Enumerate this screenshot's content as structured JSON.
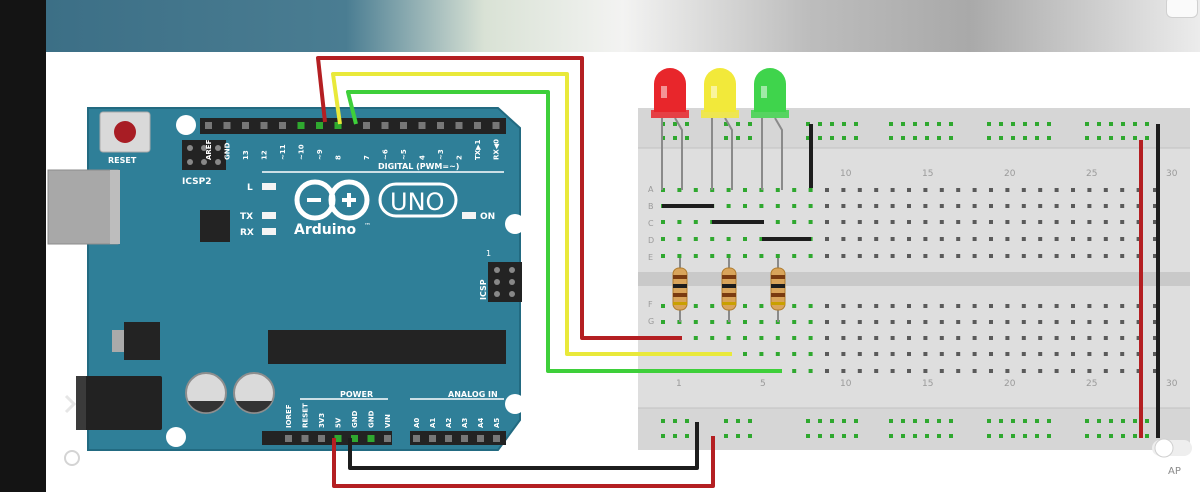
{
  "arduino": {
    "reset_label": "RESET",
    "icsp2_label": "ICSP2",
    "led_l": "L",
    "led_tx": "TX",
    "led_rx": "RX",
    "led_on": "ON",
    "brand": "Arduino",
    "trademark": "™",
    "model": "UNO",
    "digital_label": "DIGITAL (PWM=~)",
    "icsp_label": "ICSP",
    "icsp_num": "1",
    "power_label": "POWER",
    "analog_label": "ANALOG IN",
    "digital_pins": [
      "AREF",
      "GND",
      "13",
      "12",
      "~11",
      "~10",
      "~9",
      "8",
      "7",
      "~6",
      "~5",
      "4",
      "~3",
      "2",
      "TX▶1",
      "RX◀0"
    ],
    "power_pins": [
      "IOREF",
      "RESET",
      "3V3",
      "5V",
      "GND",
      "GND",
      "VIN"
    ],
    "analog_pins": [
      "A0",
      "A1",
      "A2",
      "A3",
      "A4",
      "A5"
    ]
  },
  "breadboard": {
    "top_cols": [
      "10",
      "15",
      "20",
      "25",
      "30"
    ],
    "bottom_cols": [
      "1",
      "5",
      "10",
      "15",
      "20",
      "25",
      "30"
    ],
    "rows_top": [
      "A",
      "B",
      "C",
      "D",
      "E"
    ],
    "rows_bottom": [
      "F",
      "G"
    ]
  },
  "leds": [
    {
      "name": "red-led",
      "color": "#e8262b"
    },
    {
      "name": "yellow-led",
      "color": "#f2e93a"
    },
    {
      "name": "green-led",
      "color": "#3fd44c"
    }
  ],
  "wires": {
    "red": "#b41f22",
    "yellow": "#e9e93a",
    "green": "#3ecf3a",
    "black": "#1d1d1d"
  },
  "overlay": {
    "ap_label": "AP"
  }
}
